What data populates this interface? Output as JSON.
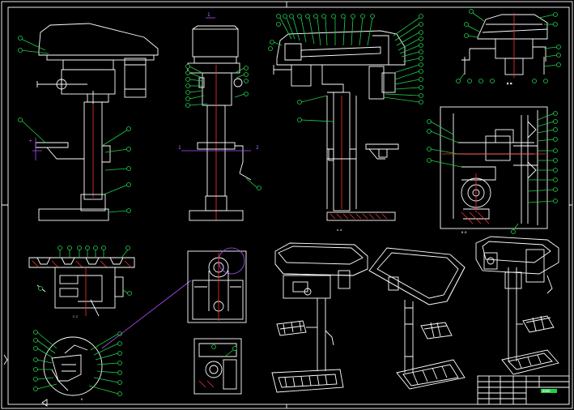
{
  "drawing": {
    "background": "#000000",
    "line_color": "#ffffff",
    "callout_color": "#1fd14a",
    "dimension_color": "#b050ff",
    "centerline_color": "#ff3030"
  },
  "views": {
    "front_view": {
      "section_mark": "1"
    },
    "side_view": {
      "section_marks": [
        "1",
        "1",
        "2"
      ]
    },
    "section_view": {
      "caption": "A-A"
    },
    "gearbox_detail": {
      "caption": "B-B"
    },
    "table_detail": {
      "caption": "C-C"
    },
    "round_detail": {
      "caption": "D"
    }
  },
  "title_block": {
    "rows": [
      "",
      "",
      "",
      ""
    ],
    "code_label": "0000"
  }
}
